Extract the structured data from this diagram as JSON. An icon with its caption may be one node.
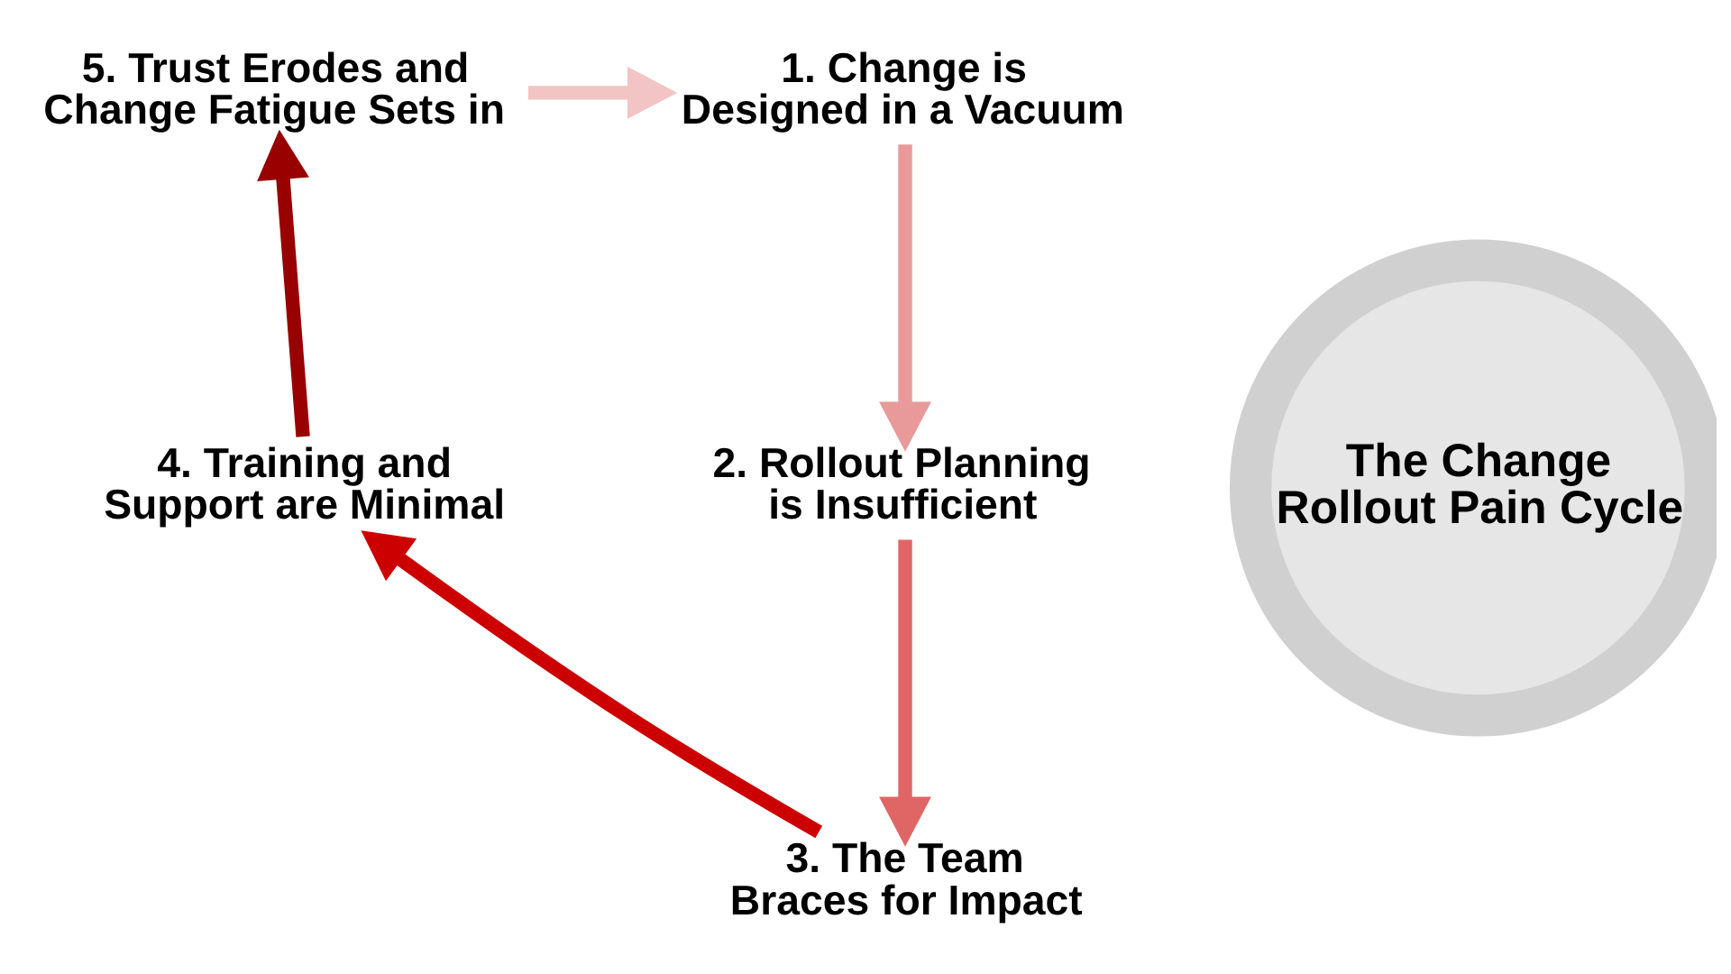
{
  "diagram": {
    "nodes": [
      {
        "text": [
          "The Change Rollout Pain Cycle"
        ]
      },
      {
        "text": [
          "1. Change is Designed in a Vacuum"
        ]
      },
      {
        "text": [
          "2. Rollout Planning is Insufficient"
        ]
      },
      {
        "text": [
          "3. The Team Braces for Impact"
        ]
      },
      {
        "text": [
          "4. Training and Support are Minimal"
        ]
      },
      {
        "text": [
          "5. Trust Erodes and Change Fatigue Sets in"
        ]
      }
    ],
    "edges": [
      {
        "from": 1,
        "to": 2,
        "arrow": "to",
        "color": "#e89a9a"
      },
      {
        "from": 2,
        "to": 3,
        "arrow": "to",
        "color": "#e06666"
      },
      {
        "from": 3,
        "to": 4,
        "arrow": "to",
        "color": "#cc0000"
      },
      {
        "from": 4,
        "to": 5,
        "arrow": "to",
        "color": "#990000"
      },
      {
        "from": 5,
        "to": 1,
        "arrow": "to",
        "color": "#f2c4c4"
      }
    ]
  }
}
